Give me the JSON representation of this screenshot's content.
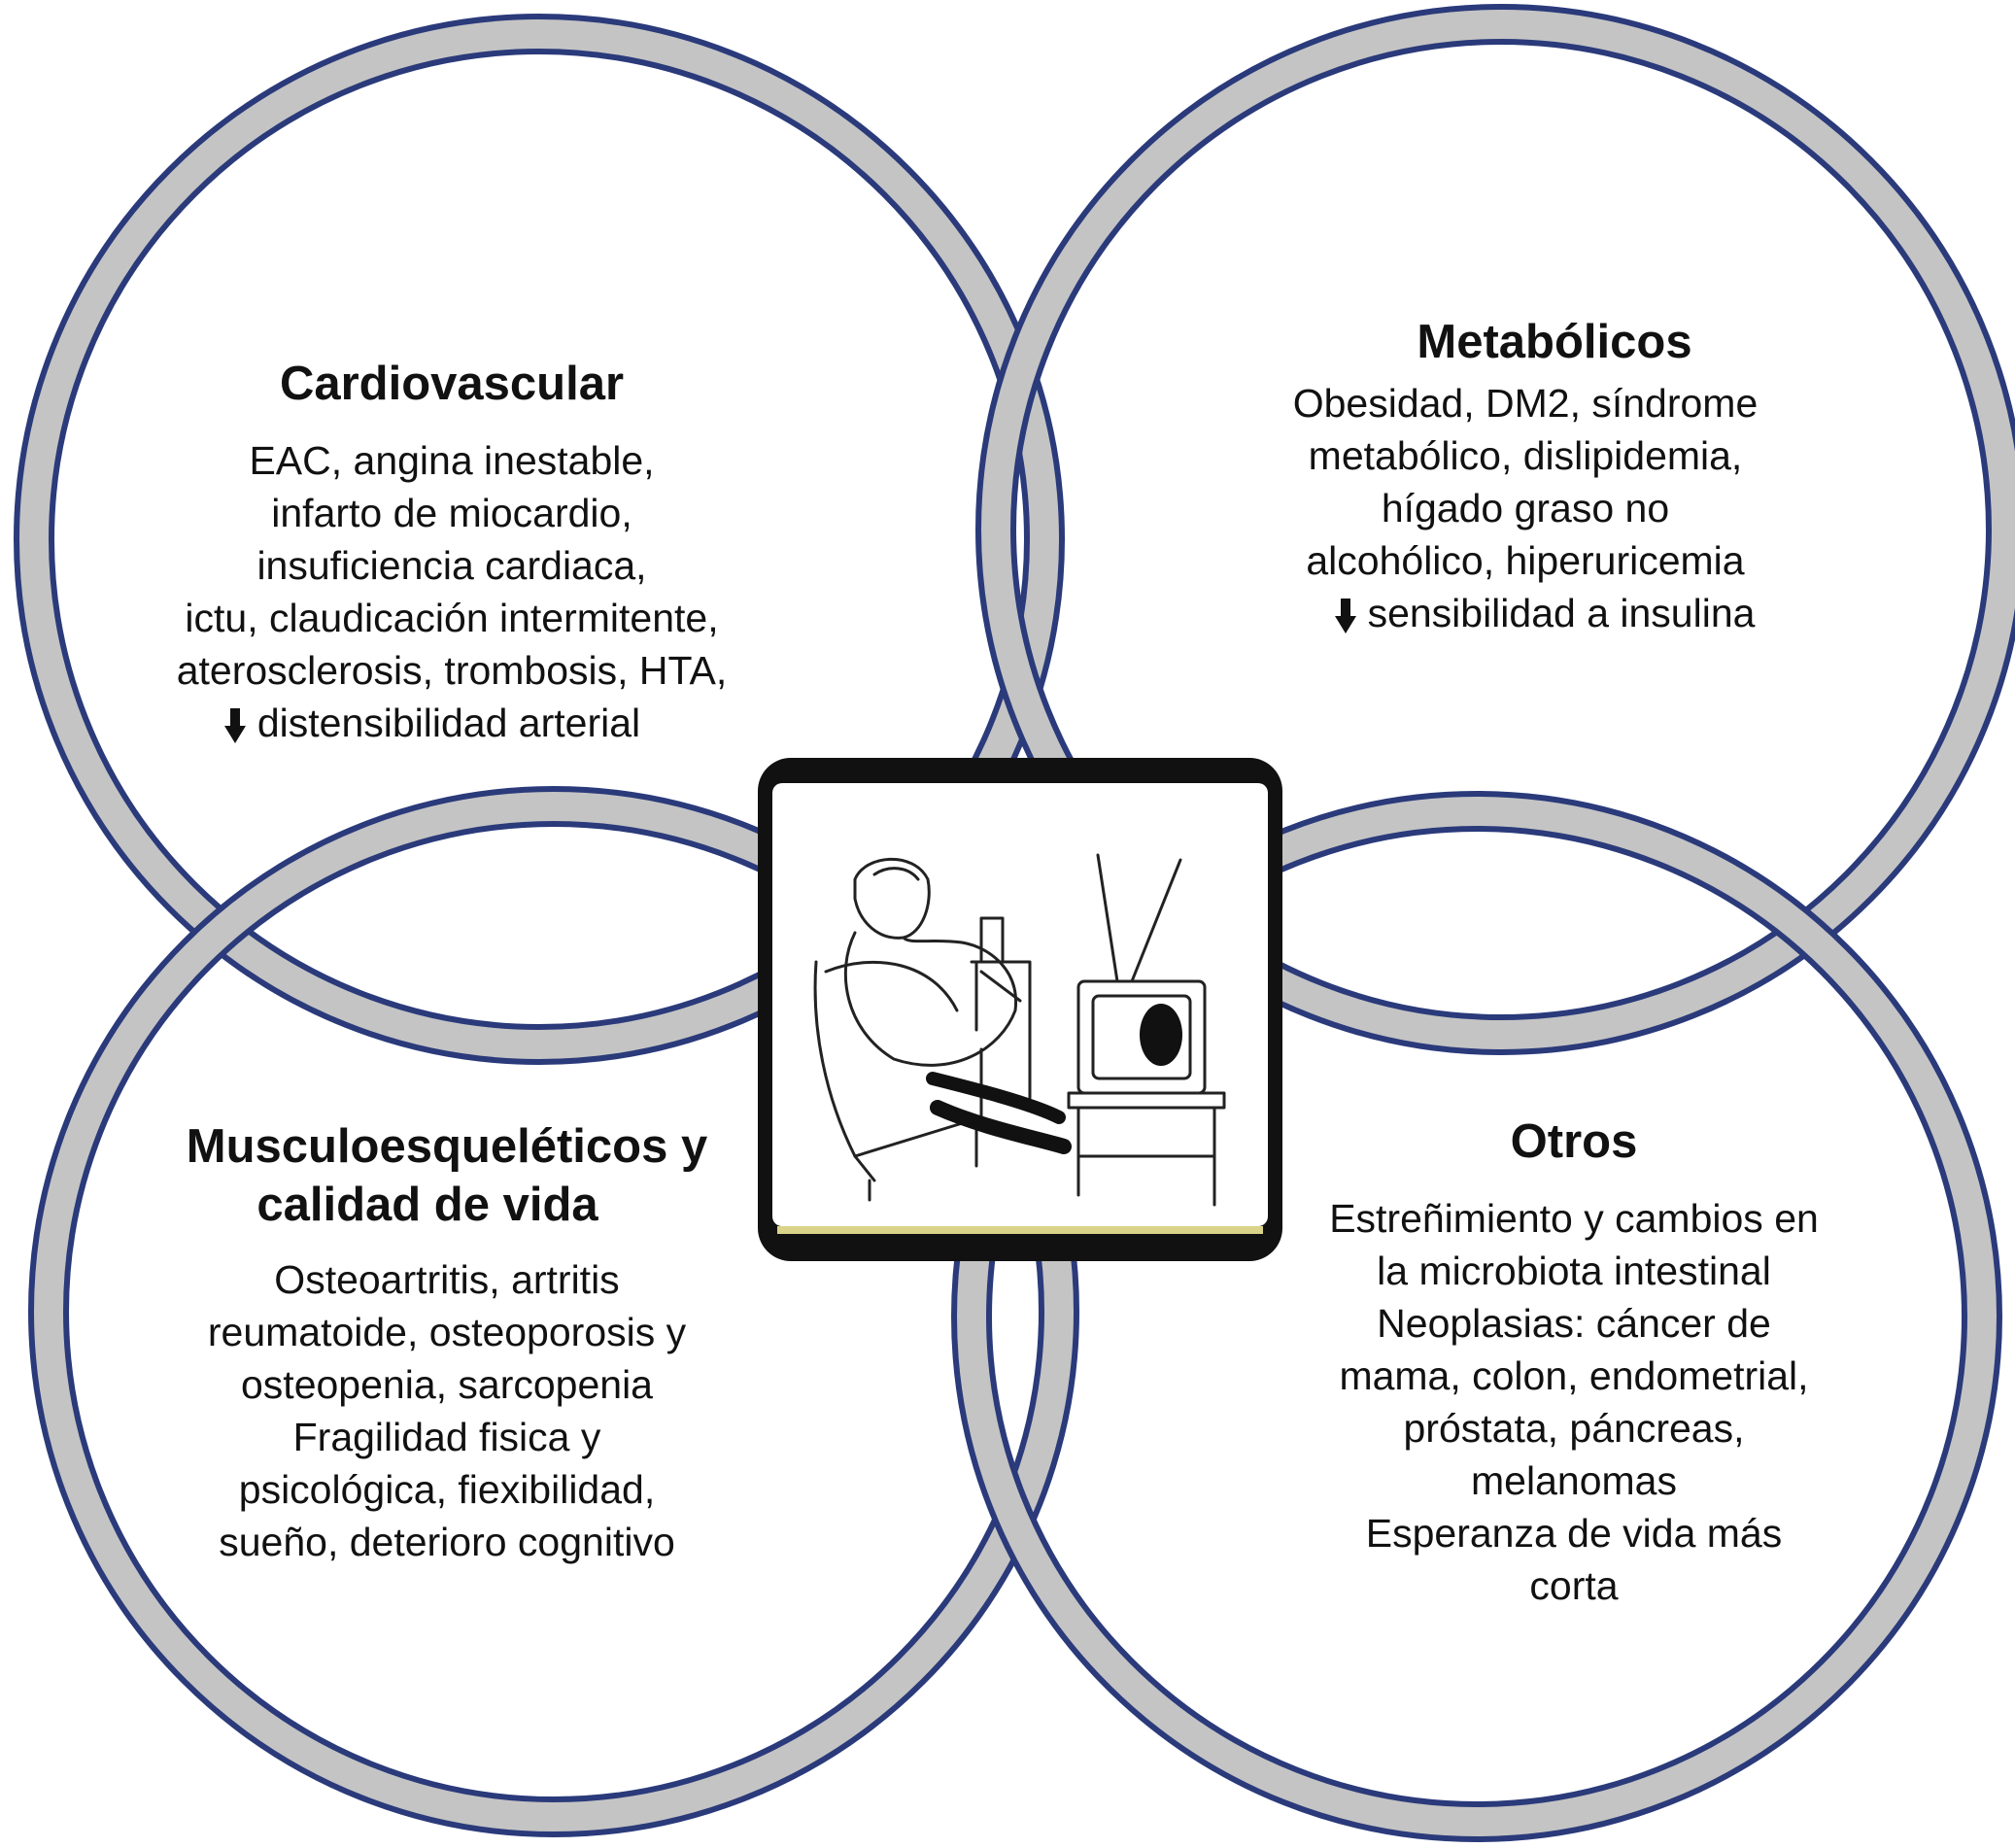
{
  "sections": {
    "cardiovascular": {
      "title": "Cardiovascular",
      "lines": [
        "EAC, angina inestable,",
        "infarto de miocardio,",
        "insuficiencia cardiaca,",
        "ictu, claudicación intermitente,",
        "aterosclerosis, trombosis, HTA,",
        "distensibilidad arterial"
      ]
    },
    "metabolicos": {
      "title": "Metabólicos",
      "lines": [
        "Obesidad, DM2, síndrome",
        "metabólico, dislipidemia,",
        "hígado graso no",
        "alcohólico, hiperuricemia",
        "sensibilidad a insulina"
      ]
    },
    "musculo": {
      "title_lines": [
        "Musculoesqueléticos y",
        "calidad de vida"
      ],
      "lines": [
        "Osteoartritis, artritis",
        "reumatoide, osteoporosis y",
        "osteopenia, sarcopenia",
        "Fragilidad fisica y",
        "psicológica, fiexibilidad,",
        "sueño, deterioro cognitivo"
      ]
    },
    "otros": {
      "title": "Otros",
      "lines": [
        "Estreñimiento y cambios en",
        "la microbiota intestinal",
        "Neoplasias: cáncer de",
        "mama, colon, endometrial,",
        "próstata, páncreas,",
        "melanomas",
        "Esperanza de vida más",
        "corta"
      ]
    }
  },
  "icons": {
    "down_arrow": "down-arrow-icon",
    "center_image": "sedentary-person-watching-tv"
  },
  "colors": {
    "ring_outer": "#2a3a7a",
    "ring_inner": "#c4c4c4"
  }
}
